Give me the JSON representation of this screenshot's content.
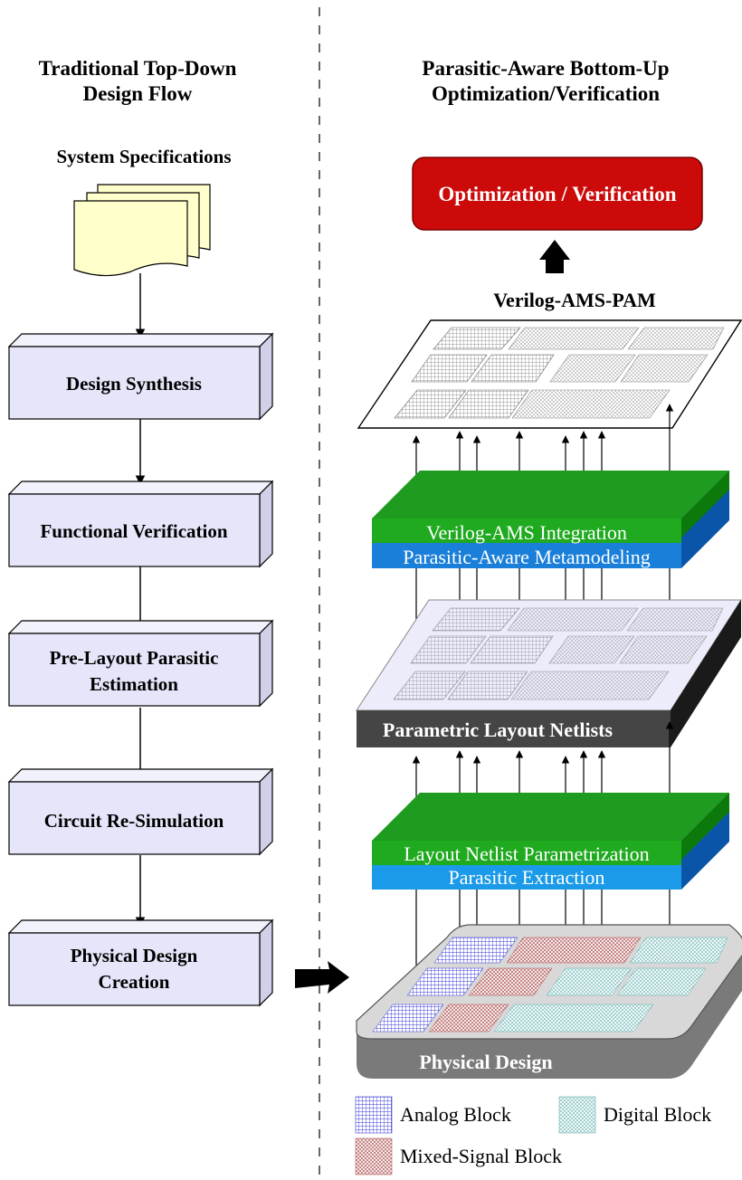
{
  "left": {
    "title_line1": "Traditional Top-Down",
    "title_line2": "Design Flow",
    "spec_label": "System Specifications",
    "steps": [
      {
        "line1": "Design Synthesis",
        "line2": ""
      },
      {
        "line1": "Functional Verification",
        "line2": ""
      },
      {
        "line1": "Pre-Layout Parasitic",
        "line2": "Estimation"
      },
      {
        "line1": "Circuit Re-Simulation",
        "line2": ""
      },
      {
        "line1": "Physical Design",
        "line2": "Creation"
      }
    ]
  },
  "right": {
    "title_line1": "Parasitic-Aware Bottom-Up",
    "title_line2": "Optimization/Verification",
    "optimization_box": "Optimization / Verification",
    "pam_label": "Verilog-AMS-PAM",
    "integration_label": "Verilog-AMS Integration",
    "metamodeling_label": "Parasitic-Aware Metamodeling",
    "netlists_label": "Parametric Layout Netlists",
    "parametrization_label": "Layout Netlist Parametrization",
    "extraction_label": "Parasitic Extraction",
    "physical_label": "Physical Design"
  },
  "legend": {
    "analog": "Analog Block",
    "digital": "Digital Block",
    "mixed": "Mixed-Signal Block"
  },
  "colors": {
    "step_front": "#e6e6fa",
    "step_top": "#f2f2fd",
    "step_side": "#d0d0e8",
    "spec_doc": "#ffffcc",
    "opt_box": "#cc0a0a",
    "green": "#1faa1f",
    "green_dark": "#0b7a0b",
    "blue": "#1a7fd9",
    "blue_dark": "#0b55a8",
    "netlist_dark": "#454545",
    "physical_gray": "#8c8c8c",
    "analog": "#3a3ad9",
    "digital": "#6bb3b3",
    "mixed": "#b35a5a"
  }
}
